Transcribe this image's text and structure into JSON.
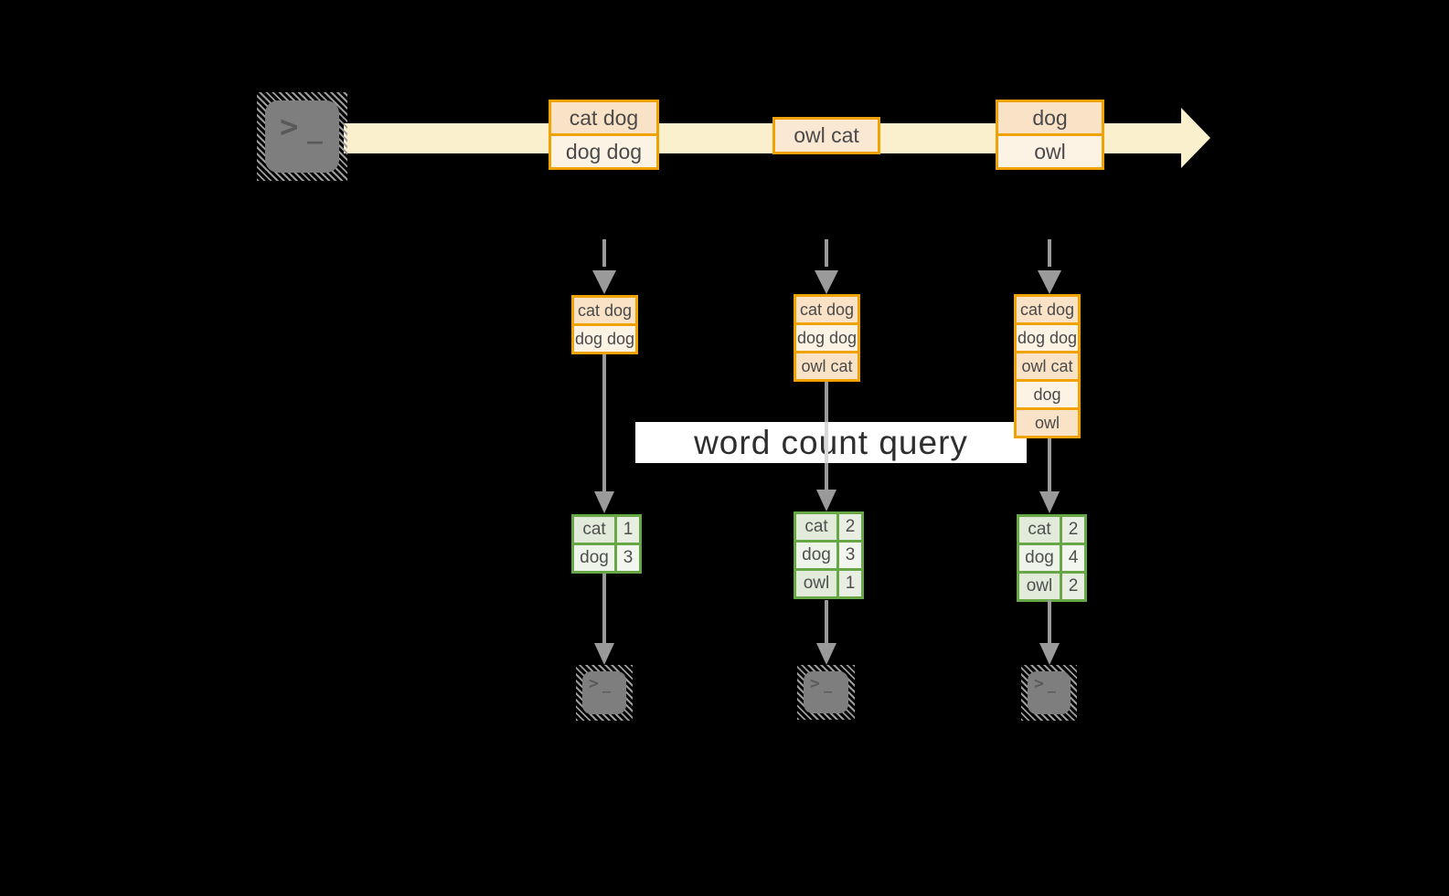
{
  "banner": {
    "label": "word count query"
  },
  "glyph": {
    "chevron": ">",
    "underscore": "_"
  },
  "stream": {
    "source_icon": "terminal-icon",
    "batches": [
      {
        "items": [
          "cat dog",
          "dog dog"
        ]
      },
      {
        "items": [
          "owl cat"
        ]
      },
      {
        "items": [
          "dog",
          "owl"
        ]
      }
    ]
  },
  "columns": [
    {
      "accumulated": [
        "cat dog",
        "dog dog"
      ],
      "counts": [
        {
          "word": "cat",
          "count": "1"
        },
        {
          "word": "dog",
          "count": "3"
        }
      ],
      "sink_icon": "terminal-icon"
    },
    {
      "accumulated": [
        "cat dog",
        "dog dog",
        "owl cat"
      ],
      "counts": [
        {
          "word": "cat",
          "count": "2"
        },
        {
          "word": "dog",
          "count": "3"
        },
        {
          "word": "owl",
          "count": "1"
        }
      ],
      "sink_icon": "terminal-icon"
    },
    {
      "accumulated": [
        "cat dog",
        "dog dog",
        "owl cat",
        "dog",
        "owl"
      ],
      "counts": [
        {
          "word": "cat",
          "count": "2"
        },
        {
          "word": "dog",
          "count": "4"
        },
        {
          "word": "owl",
          "count": "2"
        }
      ],
      "sink_icon": "terminal-icon"
    }
  ],
  "colors": {
    "background": "#000000",
    "stream_fill": "#fbf0cd",
    "box_border": "#f0a202",
    "box_fill_dark": "#f9e2c6",
    "box_fill_light": "#fdf3e4",
    "table_border": "#68a745",
    "table_fill_dark": "#e2eada",
    "table_fill_light": "#eff4ea",
    "arrow_gray": "#9a9a9a",
    "banner_bg": "#ffffff"
  }
}
